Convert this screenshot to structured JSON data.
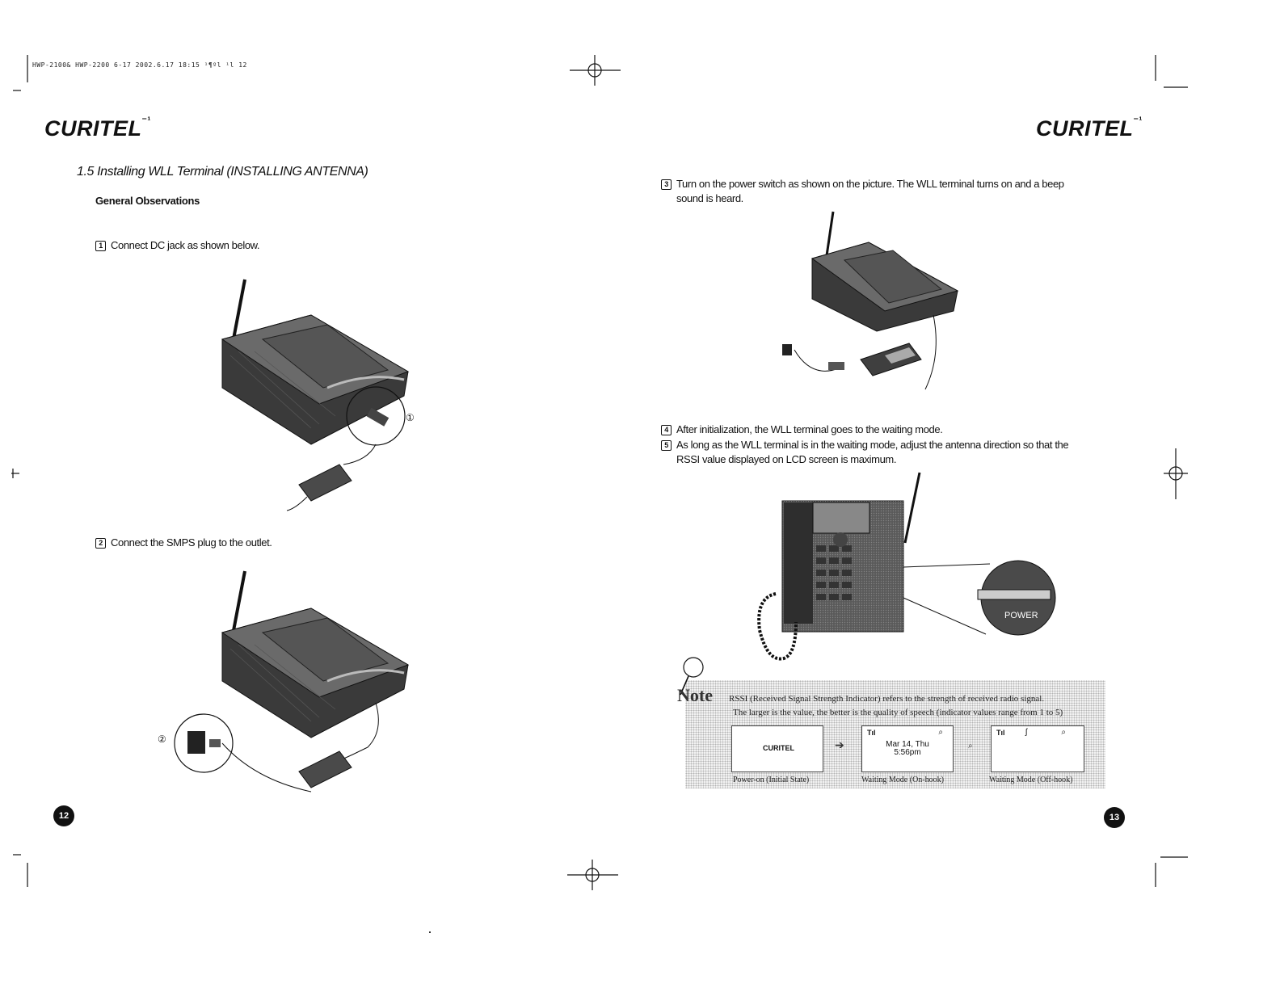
{
  "header": {
    "meta": "HWP-2100& HWP-2200 6-17  2002.6.17 18:15 ¹¶ºl ¹l 12"
  },
  "left_page": {
    "logo": "CURITEL",
    "section_title": "1.5 Installing WLL Terminal (INSTALLING ANTENNA)",
    "subtitle": "General Observations",
    "steps": [
      {
        "num": "1",
        "text": "Connect DC jack as shown below."
      },
      {
        "num": "2",
        "text": "Connect the SMPS plug to the outlet."
      }
    ],
    "callouts": [
      "①",
      "②"
    ],
    "page_number": "12"
  },
  "right_page": {
    "logo": "CURITEL",
    "steps": [
      {
        "num": "3",
        "text": "Turn on the power switch as shown on the picture. The WLL terminal turns on and a beep",
        "text2": "sound is heard."
      },
      {
        "num": "4",
        "text": "After initialization, the WLL terminal goes to the waiting mode."
      },
      {
        "num": "5",
        "text": "As long as the WLL terminal is in the waiting mode, adjust the antenna direction so that the",
        "text2": "RSSI value displayed on LCD screen is maximum."
      }
    ],
    "power_label": "POWER",
    "note": {
      "title": "Note",
      "line1": "RSSI (Received Signal Strength Indicator) refers to the strength of received radio signal.",
      "line2": "The larger is the value, the better is the quality of speech (indicator values range from 1 to 5)"
    },
    "lcd_screens": [
      {
        "content": "CURITEL",
        "label": "Power-on (Initial State)"
      },
      {
        "content_line1": "Mar 14, Thu",
        "content_line2": "5:56pm",
        "label": "Waiting Mode (On-hook)"
      },
      {
        "label": "Waiting Mode (Off-hook)"
      }
    ],
    "page_number": "13"
  }
}
